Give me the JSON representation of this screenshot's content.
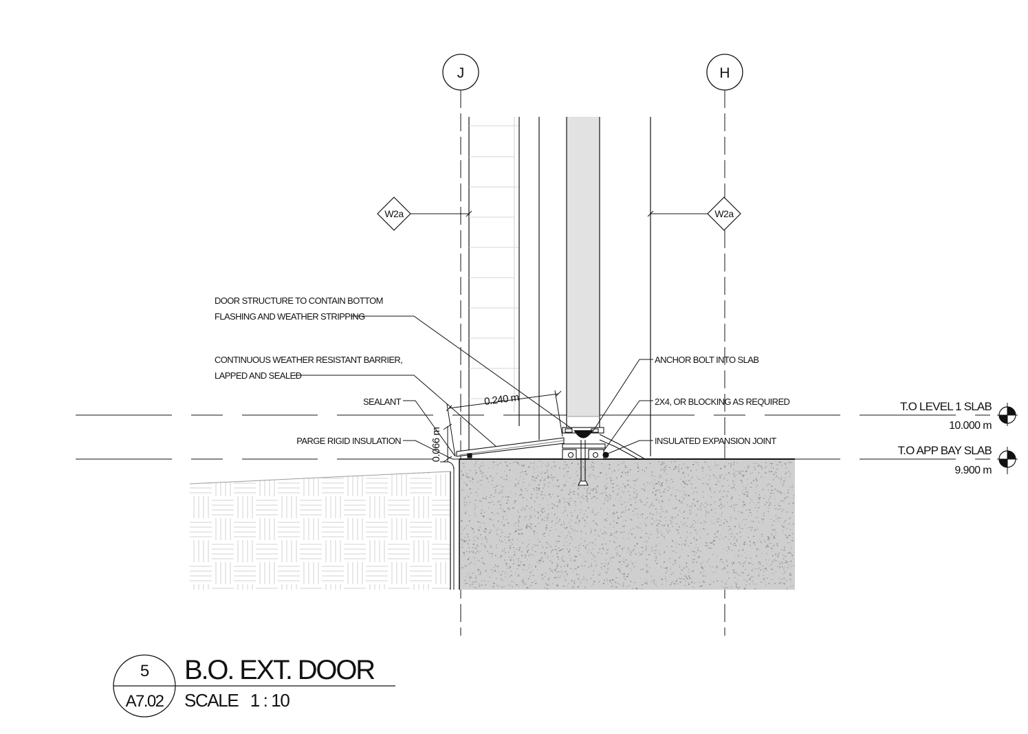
{
  "grid_lines": {
    "left": "J",
    "right": "H"
  },
  "wall_tags": {
    "left": "W2a",
    "right": "W2a"
  },
  "notes": {
    "door_structure": [
      "DOOR STRUCTURE TO CONTAIN BOTTOM",
      "FLASHING AND WEATHER STRIPPING"
    ],
    "weather_barrier": [
      "CONTINUOUS WEATHER RESISTANT BARRIER,",
      "LAPPED AND SEALED"
    ],
    "sealant": "SEALANT",
    "parge": "PARGE RIGID INSULATION",
    "anchor_bolt": "ANCHOR BOLT INTO SLAB",
    "blocking": "2X4, OR BLOCKING AS REQUIRED",
    "expansion_joint": "INSULATED EXPANSION JOINT"
  },
  "dimensions": {
    "horizontal": "0.240 m",
    "vertical": "0.066 m"
  },
  "levels": [
    {
      "name": "T.O LEVEL 1 SLAB",
      "elevation": "10.000 m"
    },
    {
      "name": "T.O APP BAY SLAB",
      "elevation": "9.900 m"
    }
  ],
  "title_block": {
    "detail_number": "5",
    "sheet": "A7.02",
    "title": "B.O. EXT. DOOR",
    "scale": "SCALE   1 : 10"
  },
  "colors": {
    "line": "#111111",
    "door_panel": "#e2e2e2",
    "concrete": "#cfcfcf",
    "insulation_hatch": "#d6d6d6"
  }
}
